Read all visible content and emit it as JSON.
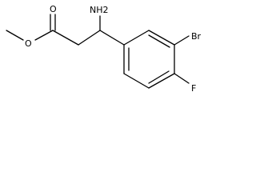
{
  "structure": {
    "labels": {
      "amino": "NH2",
      "carbonyl_oxygen": "O",
      "ester_oxygen": "O",
      "bromine": "Br",
      "fluorine": "F"
    }
  }
}
